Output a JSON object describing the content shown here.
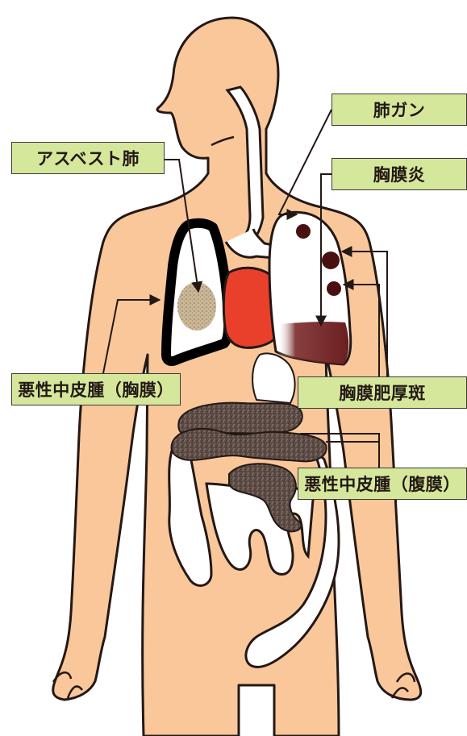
{
  "labels": {
    "asbestos_lung": "アスベスト肺",
    "lung_cancer": "肺ガン",
    "pleurisy": "胸膜炎",
    "mesothelioma_pleura": "悪性中皮腫（胸膜）",
    "pleural_plaque": "胸膜肥厚斑",
    "mesothelioma_peritoneum": "悪性中皮腫（腹膜）"
  },
  "colors": {
    "skin": "#f9c79a",
    "outline": "#231815",
    "heart": "#e8402a",
    "tumor": "#4a1010",
    "label_bg": "#d5e79b",
    "fibrosis": "#9c8464",
    "peritoneum": "#5a4b45"
  }
}
